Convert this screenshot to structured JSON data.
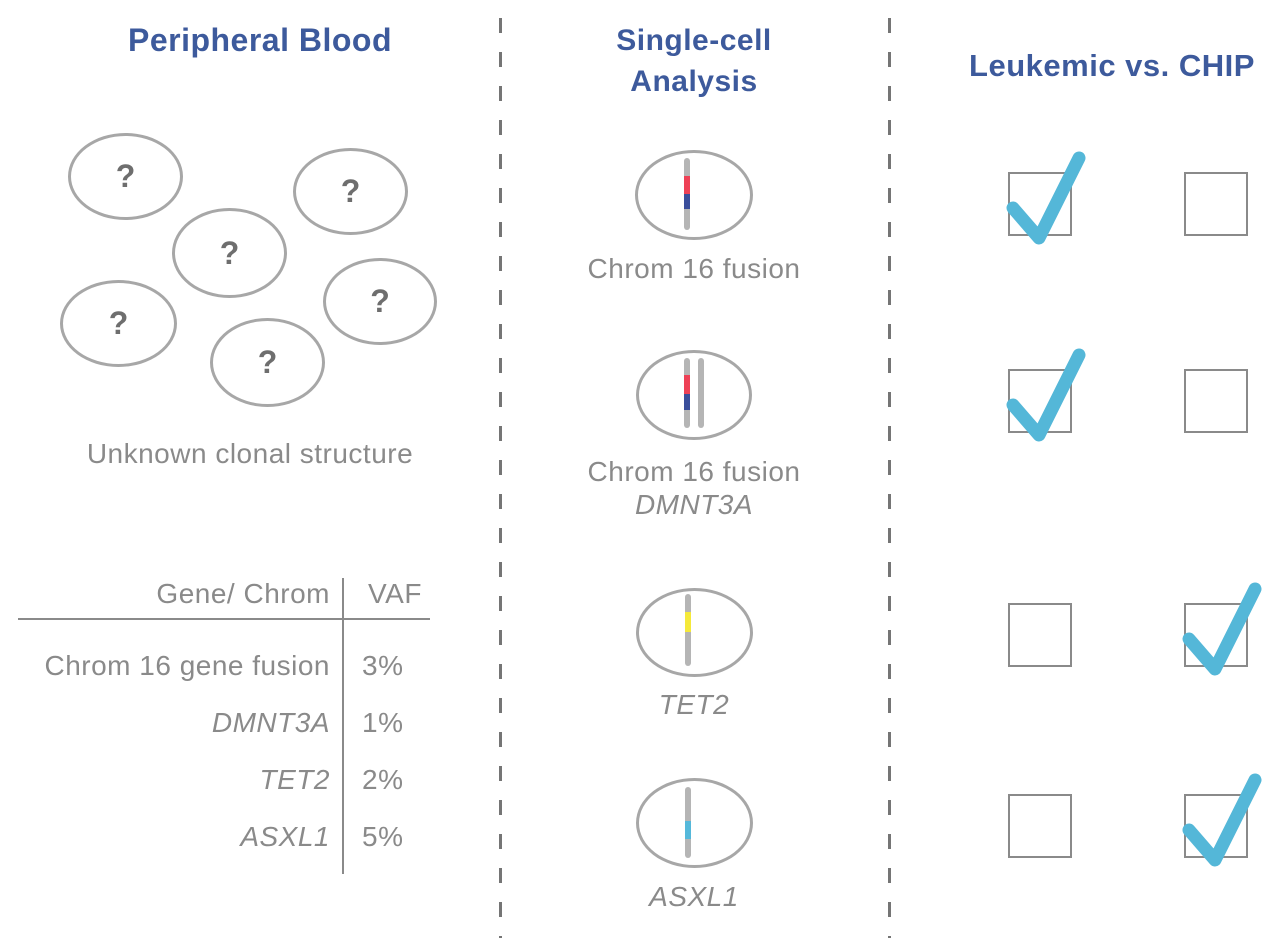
{
  "colors": {
    "header_blue": "#3d5a9c",
    "gray_text": "#8a8a8a",
    "outline_gray": "#a7a7a7",
    "chromosome_gray": "#b5b5b5",
    "fusion_red": "#ee4156",
    "fusion_navy": "#3a4e9b",
    "tet2_yellow": "#f5e93a",
    "asxl1_cyan": "#55b8da",
    "check_blue": "#54b7d8"
  },
  "peripheral_blood": {
    "title": "Peripheral Blood",
    "question_mark": "?",
    "caption": "Unknown clonal structure",
    "table": {
      "col1_header": "Gene/ Chrom",
      "col2_header": "VAF",
      "rows": [
        {
          "gene": "Chrom 16 gene fusion",
          "vaf": "3%"
        },
        {
          "gene": "DMNT3A",
          "vaf": "1%"
        },
        {
          "gene": "TET2",
          "vaf": "2%"
        },
        {
          "gene": "ASXL1",
          "vaf": "5%"
        }
      ]
    }
  },
  "single_cell": {
    "title_line1": "Single-cell",
    "title_line2": "Analysis",
    "cells": [
      {
        "label": "Chrom 16 fusion"
      },
      {
        "label": "Chrom 16 fusion",
        "label2": "DMNT3A"
      },
      {
        "label": "TET2"
      },
      {
        "label": "ASXL1"
      }
    ]
  },
  "leukemic_chip": {
    "title": "Leukemic vs. CHIP",
    "rows": [
      {
        "leukemic": true,
        "chip": false
      },
      {
        "leukemic": true,
        "chip": false
      },
      {
        "leukemic": false,
        "chip": true
      },
      {
        "leukemic": false,
        "chip": true
      }
    ]
  }
}
